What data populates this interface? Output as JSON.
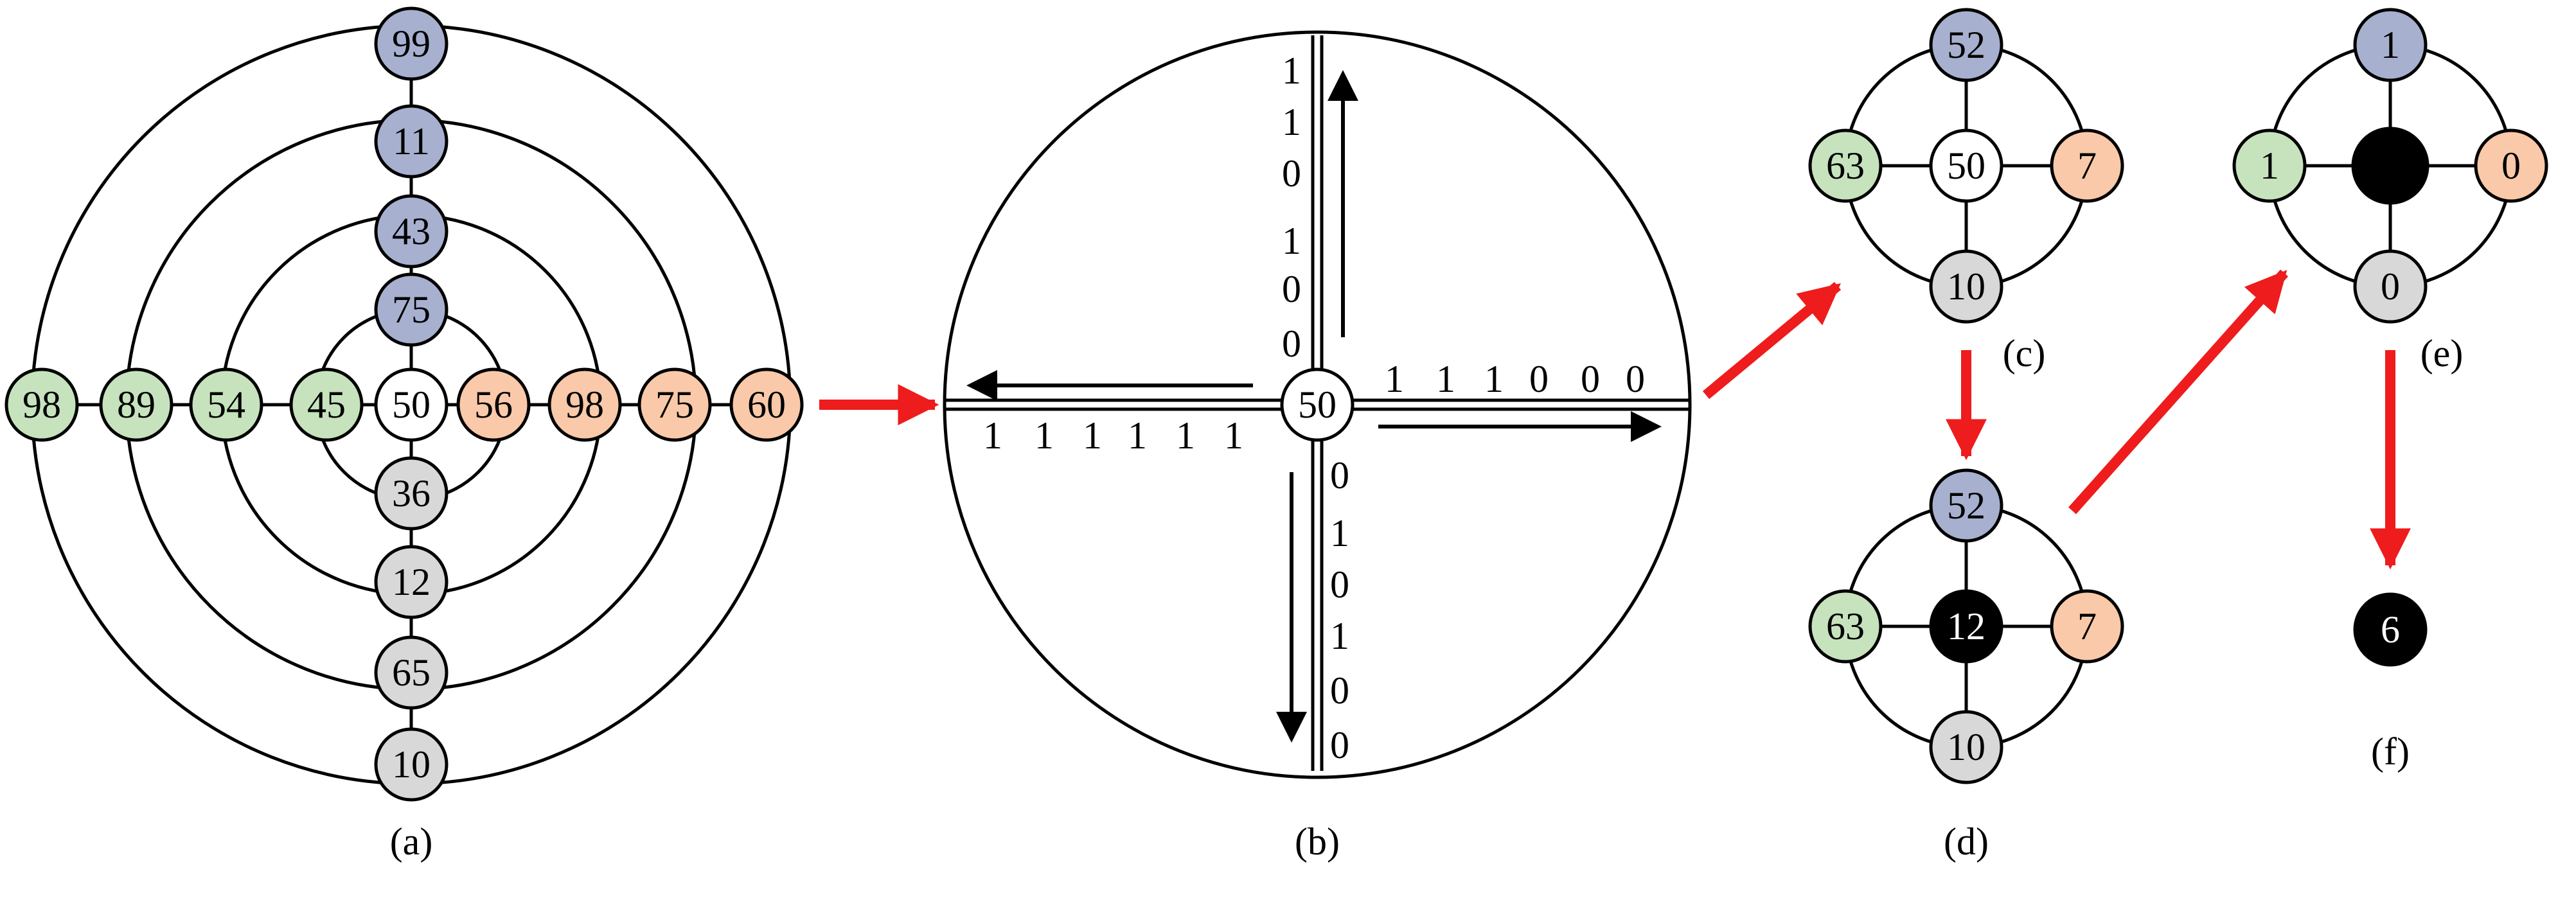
{
  "colors": {
    "blue": "#a7b0cf",
    "green": "#c6e3bd",
    "orange": "#f9c9a9",
    "gray": "#d8d8d8",
    "white": "#ffffff",
    "black": "#000000",
    "arrow_red": "#ee1c1c"
  },
  "panel_a": {
    "caption": "(a)",
    "center": "50",
    "top": [
      "75",
      "43",
      "11",
      "99"
    ],
    "right": [
      "56",
      "98",
      "75",
      "60"
    ],
    "bottom": [
      "36",
      "12",
      "65",
      "10"
    ],
    "left": [
      "45",
      "54",
      "89",
      "98"
    ]
  },
  "panel_b": {
    "caption": "(b)",
    "center": "50",
    "up_bits": [
      "1",
      "1",
      "0",
      "1",
      "0",
      "0"
    ],
    "right_bits": [
      "1",
      "1",
      "1",
      "0",
      "0",
      "0"
    ],
    "down_bits": [
      "0",
      "1",
      "0",
      "1",
      "0",
      "0"
    ],
    "left_bits": [
      "1",
      "1",
      "1",
      "1",
      "1",
      "1"
    ]
  },
  "panel_c": {
    "caption": "(c)",
    "center": "50",
    "top": "52",
    "right": "7",
    "bottom": "10",
    "left": "63"
  },
  "panel_d": {
    "caption": "(d)",
    "center": "12",
    "top": "52",
    "right": "7",
    "bottom": "10",
    "left": "63"
  },
  "panel_e": {
    "caption": "(e)",
    "center": "",
    "top": "1",
    "right": "0",
    "bottom": "0",
    "left": "1"
  },
  "panel_f": {
    "caption": "(f)",
    "result": "6"
  }
}
